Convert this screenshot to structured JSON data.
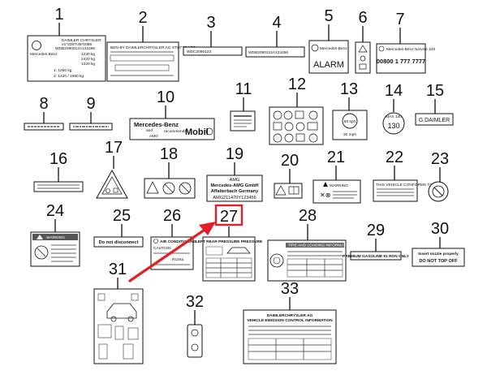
{
  "labels": {
    "l1": {
      "num": "1",
      "maker": "Mercedes-Benz",
      "lines": [
        "DAIMLER CHRYSLER",
        "e1*2007/46*0089",
        "WDB2090012A123456",
        "1230 kg",
        "2420 kg",
        "1220 kg",
        "1:  1250 kg",
        "2:  1220 / 1980 kg"
      ]
    },
    "l2": {
      "num": "2",
      "text": "BEN-BY DAIMLERCHRYSLER AG STUTTGART"
    },
    "l3": {
      "num": "3",
      "text": "WDC2090123"
    },
    "l4": {
      "num": "4",
      "text": "WDB2090122A123456"
    },
    "l5": {
      "num": "5",
      "text": "Mercedes-Benz",
      "word": "ALARM"
    },
    "l6": {
      "num": "6"
    },
    "l7": {
      "num": "7",
      "text": "Mercedes-Benz Service 24h",
      "phone": "00800 1 777 7777"
    },
    "l8": {
      "num": "8"
    },
    "l9": {
      "num": "9"
    },
    "l10": {
      "num": "10",
      "brand": "Mercedes-Benz",
      "and": "and",
      "amg": "AMG",
      "rec": "recommends",
      "oil": "Mobil"
    },
    "l11": {
      "num": "11"
    },
    "l12": {
      "num": "12"
    },
    "l13": {
      "num": "13",
      "speed1": "50 kph",
      "speed2": "30 mph"
    },
    "l14": {
      "num": "14",
      "word": "MAX 130",
      "value": "130"
    },
    "l15": {
      "num": "15",
      "text": "G.DAIMLER"
    },
    "l16": {
      "num": "16"
    },
    "l17": {
      "num": "17"
    },
    "l18": {
      "num": "18"
    },
    "l19": {
      "num": "19",
      "amg": "AMG",
      "l1": "Mercedes-AMG GmbH",
      "l2": "Affalterbach Germany",
      "l3": "AMG211470Y123456"
    },
    "l20": {
      "num": "20"
    },
    "l21": {
      "num": "21",
      "warn": "WARNING"
    },
    "l22": {
      "num": "22",
      "text": "THIS VEHICLE CONFORMS TO"
    },
    "l23": {
      "num": "23"
    },
    "l24": {
      "num": "24",
      "warn": "WARNING"
    },
    "l25": {
      "num": "25",
      "text": "Do not disconnect"
    },
    "l26": {
      "num": "26",
      "text": "AIR CONDITIONING",
      "caution": "CAUTION",
      "gas": "R134a"
    },
    "l27": {
      "num": "27",
      "text": "LEFT REAR PRESSURE PRESSURE"
    },
    "l28": {
      "num": "28",
      "text": "TIRE AND LOADING INFORMATION"
    },
    "l29": {
      "num": "29",
      "text": "PREMIUM GASOLINE 91 RON ONLY"
    },
    "l30": {
      "num": "30",
      "t1": "Insert nozzle properly",
      "t2": "DO NOT TOP OFF"
    },
    "l31": {
      "num": "31"
    },
    "l32": {
      "num": "32"
    },
    "l33": {
      "num": "33",
      "t1": "DAIMLERCHRYSLER AG",
      "t2": "VEHICLE EMISSION CONTROL INFORMATION"
    }
  },
  "highlight": {
    "num": "27",
    "color": "#e21f26"
  }
}
